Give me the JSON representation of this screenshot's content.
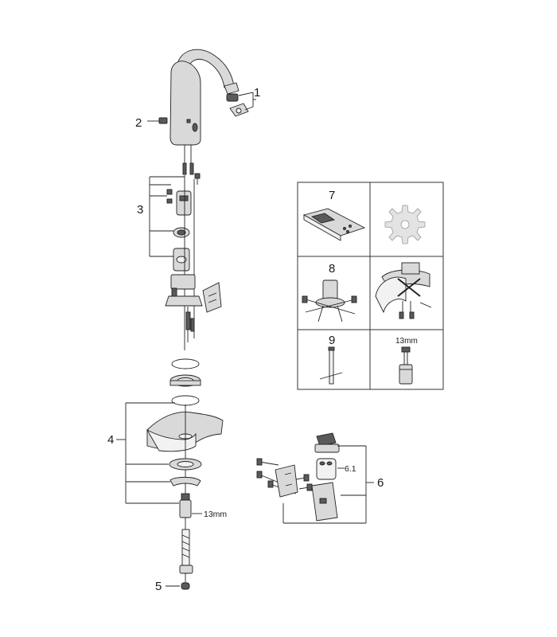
{
  "labels": {
    "p1": "1",
    "p2": "2",
    "p3": "3",
    "p4": "4",
    "p5": "5",
    "p6": "6",
    "p6_1": "6.1",
    "nut_13mm": "13mm"
  },
  "panel": {
    "cell7": "7",
    "cell8": "8",
    "cell9": "9",
    "tool_13mm": "13mm"
  },
  "icons": {
    "cell_gear": "gear-icon",
    "cell_no_twist": "prohibited-rotation-icon"
  },
  "colors": {
    "line": "#222222",
    "part_fill": "#d9d9d9",
    "dark_part": "#5a5a5a",
    "panel_border": "#333333"
  }
}
